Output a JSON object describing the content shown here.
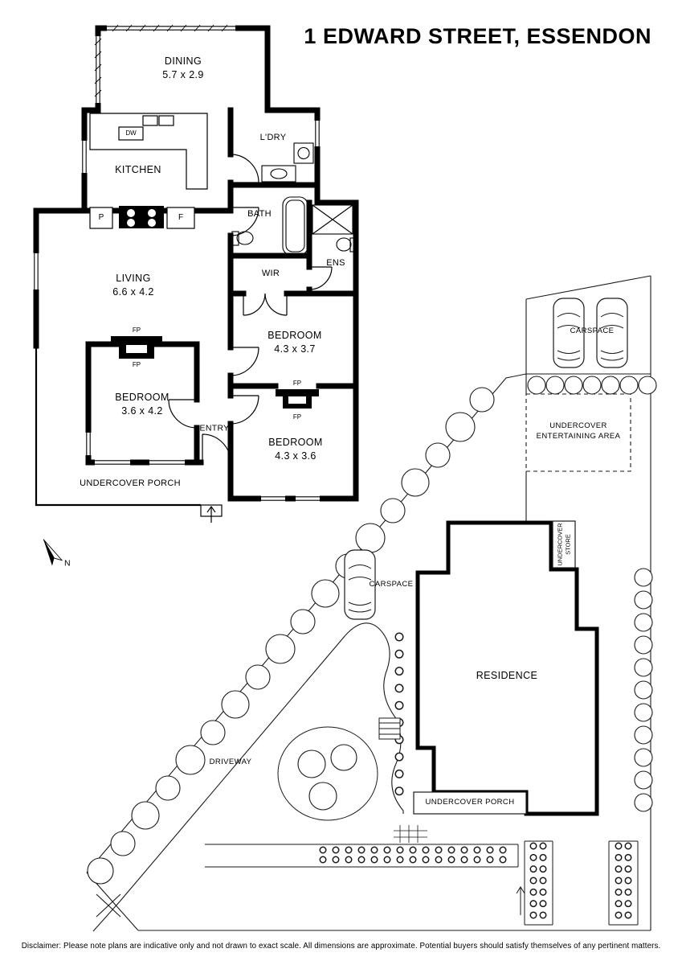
{
  "title": "1 EDWARD STREET, ESSENDON",
  "compass": {
    "north_label": "N"
  },
  "floor_plan": {
    "rooms": {
      "dining": {
        "name": "DINING",
        "dims": "5.7 x 2.9"
      },
      "kitchen": {
        "name": "KITCHEN"
      },
      "laundry": {
        "name": "L'DRY"
      },
      "bath": {
        "name": "BATH"
      },
      "ensuite": {
        "name": "ENS"
      },
      "wir": {
        "name": "WIR"
      },
      "living": {
        "name": "LIVING",
        "dims": "6.6 x 4.2"
      },
      "bedroom_mid": {
        "name": "BEDROOM",
        "dims": "4.3 x 3.7"
      },
      "bedroom_left": {
        "name": "BEDROOM",
        "dims": "3.6 x 4.2"
      },
      "bedroom_bottom": {
        "name": "BEDROOM",
        "dims": "4.3 x 3.6"
      },
      "entry": {
        "name": "ENTRY"
      },
      "porch": {
        "name": "UNDERCOVER PORCH"
      }
    },
    "fixtures": {
      "dishwasher": "DW",
      "pantry": "P",
      "fridge": "F",
      "fireplace": "FP"
    }
  },
  "site_plan": {
    "carspace_top": "CARSPACE",
    "carspace_mid": "CARSPACE",
    "entertaining_area": "UNDERCOVER ENTERTAINING AREA",
    "store": "UNDERCOVER STORE",
    "residence": "RESIDENCE",
    "porch": "UNDERCOVER PORCH",
    "driveway": "DRIVEWAY"
  },
  "disclaimer": "Disclaimer: Please note plans are indicative only and not drawn to exact scale. All dimensions are approximate. Potential buyers should satisfy themselves of any pertinent matters.",
  "colors": {
    "wall": "#000000",
    "site_line": "#1a1a1a",
    "background": "#ffffff"
  }
}
